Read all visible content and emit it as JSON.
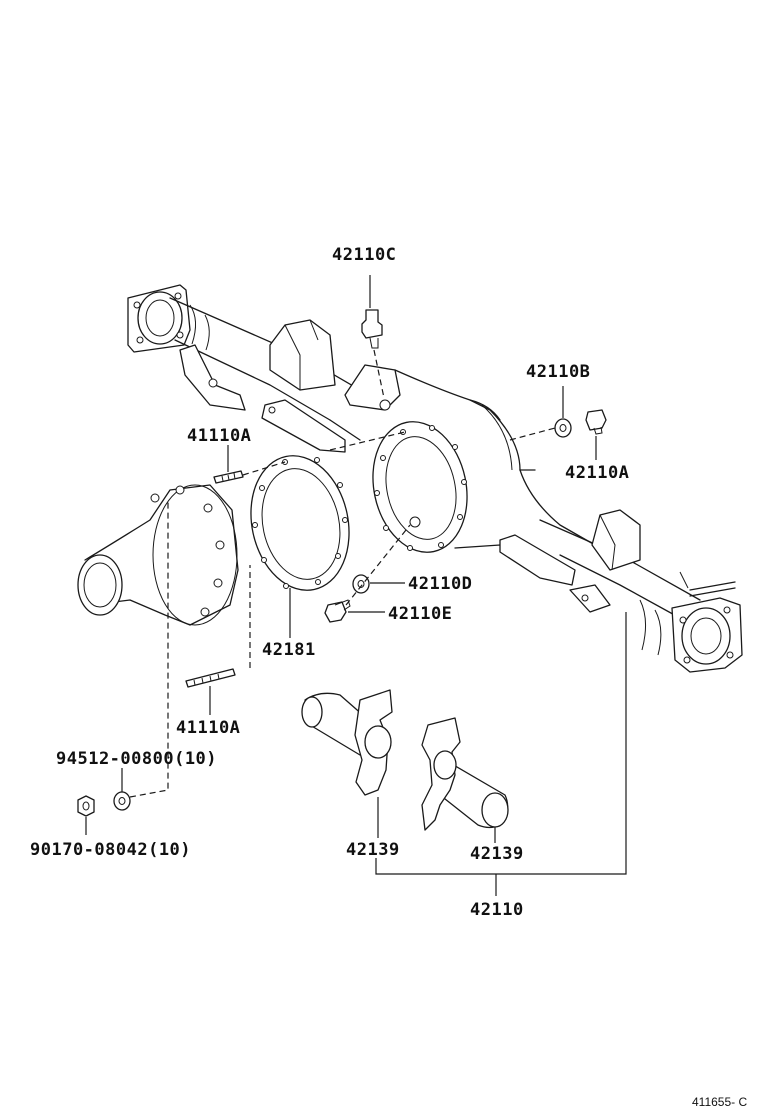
{
  "diagram": {
    "labels": {
      "p42110C": "42110C",
      "p42110B": "42110B",
      "p42110A": "42110A",
      "p41110A_top": "41110A",
      "p42110D": "42110D",
      "p42110E": "42110E",
      "p42181": "42181",
      "p41110A_bottom": "41110A",
      "p94512": "94512-00800(10)",
      "p90170": "90170-08042(10)",
      "p42139_left": "42139",
      "p42139_right": "42139",
      "p42110": "42110"
    },
    "figure_code": "411655- C"
  }
}
